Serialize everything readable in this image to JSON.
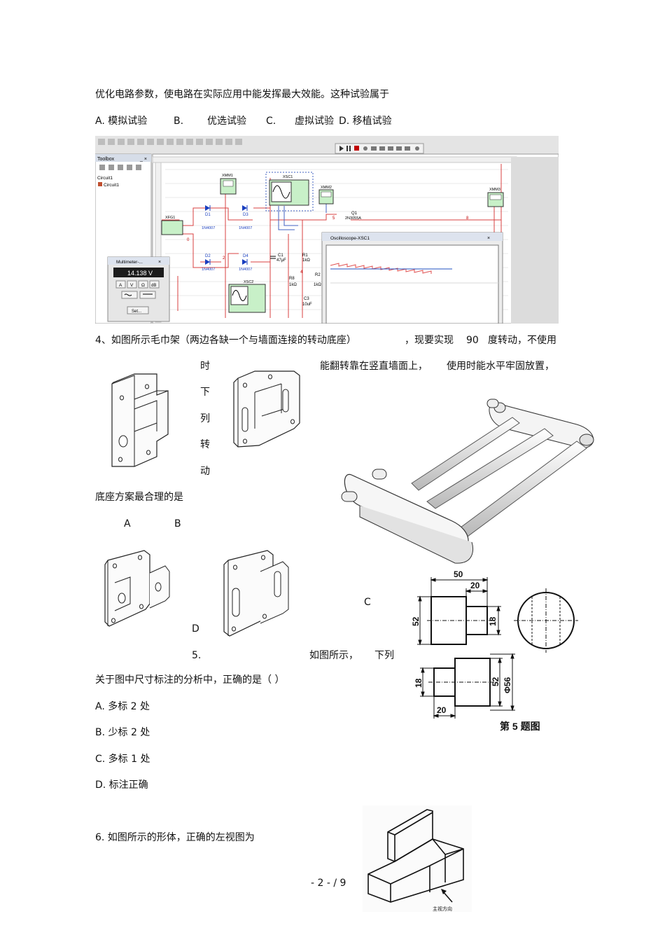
{
  "q3": {
    "stem_tail": "优化电路参数，使电路在实际应用中能发挥最大效能。这种试验属于",
    "option_a": "A.  模拟试验",
    "option_b": "B.",
    "option_b_text": "优选试验",
    "option_c": "C.",
    "option_c_text": "虚拟试验",
    "option_d": "D.  移植试验"
  },
  "sim": {
    "toolbox_title": "Toolbox",
    "tree_root": "Circuit1",
    "tree_child": "Circuit1",
    "components": {
      "xfg1": "XFG1",
      "xmm1": "XMM1",
      "xmm2": "XMM2",
      "xmm3": "XMM3",
      "xsc1": "XSC1",
      "xsc2": "XSC2",
      "d1": "D1",
      "d2": "D2",
      "d3": "D3",
      "d4": "D4",
      "diode_model": "1N4007",
      "q1": "Q1",
      "q1_model": "2N3055A",
      "c1": "C1",
      "c1_val": "47μF",
      "c3": "C3",
      "c3_val": "10uF",
      "r1": "R1",
      "r1_val": "1kΩ",
      "r2": "R2",
      "r2_val": "1kΩ",
      "r8": "R8",
      "r8_val": "1kΩ"
    },
    "multimeter_title": "Multimeter-...",
    "multimeter_reading": "14.138 V",
    "mm_btn_a": "A",
    "mm_btn_v": "V",
    "mm_btn_ohm": "Ω",
    "mm_btn_db": "dB",
    "mm_set": "Set...",
    "scope_title": "Oscilloscope-XSC1"
  },
  "q4": {
    "line1_a": "4、如图所示毛巾架（两边各缺一个与墙面连接的转动底座）",
    "line1_b": "，现要实现",
    "line1_c": "90",
    "line1_d": "度转动，不使用",
    "shi": "时",
    "line2": "能翻转靠在竖直墙面上，",
    "line2_b": "使用时能水平牢固放置，",
    "v1": "下",
    "v2": "列",
    "v3": "转",
    "v4": "动",
    "line3": "底座方案最合理的是",
    "label_a": "A",
    "label_b": "B",
    "label_c": "C",
    "label_d": "D"
  },
  "q5": {
    "num": "5.",
    "text_a": "如图所示，",
    "text_b": "下列",
    "line2": "关于图中尺寸标注的分析中，正确的是（          ）",
    "opt_a": "A.  多标  2  处",
    "opt_b": "B.  少标  2  处",
    "opt_c": "C.  多标  1  处",
    "opt_d": "D.  标注正确",
    "dim_50": "50",
    "dim_20_top": "20",
    "dim_52_left": "52",
    "dim_18_right": "18",
    "dim_18_left": "18",
    "dim_52_right": "52",
    "dim_phi56": "Φ56",
    "dim_20_bottom": "20",
    "caption": "第 5 题图"
  },
  "q6": {
    "text": "6. 如图所示的形体，正确的左视图为",
    "arrow_label": "主视方向"
  },
  "footer": {
    "page": "- 2 - / 9"
  }
}
